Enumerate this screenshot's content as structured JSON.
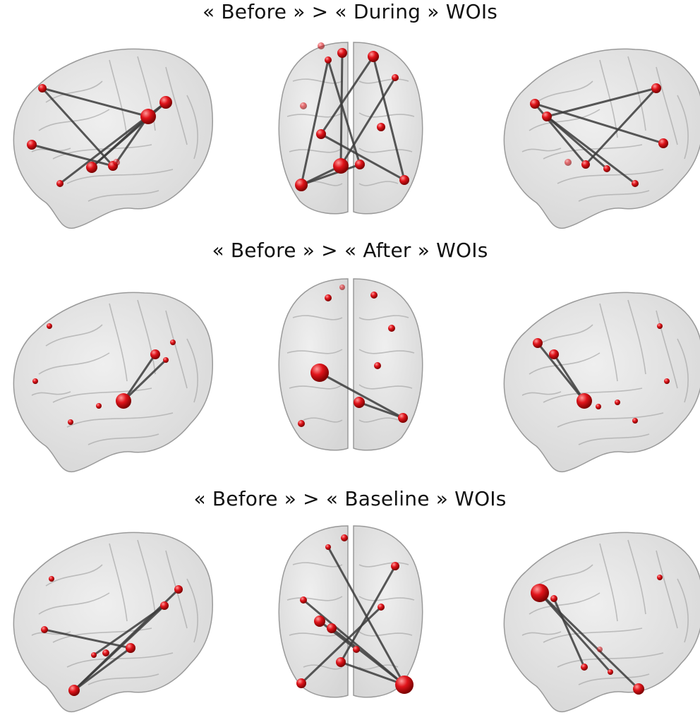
{
  "figure": {
    "panels": [
      {
        "title": "« Before » > « During » WOIs"
      },
      {
        "title": "« Before » > « After » WOIs"
      },
      {
        "title": "« Before » > « Baseline » WOIs"
      }
    ],
    "views": [
      "left-lateral",
      "axial",
      "right-lateral"
    ],
    "colors": {
      "node": "#e0141b",
      "edge": "#3c3c3c",
      "brain": "#d6d6d6",
      "brain_stroke": "#9a9a9a"
    }
  }
}
